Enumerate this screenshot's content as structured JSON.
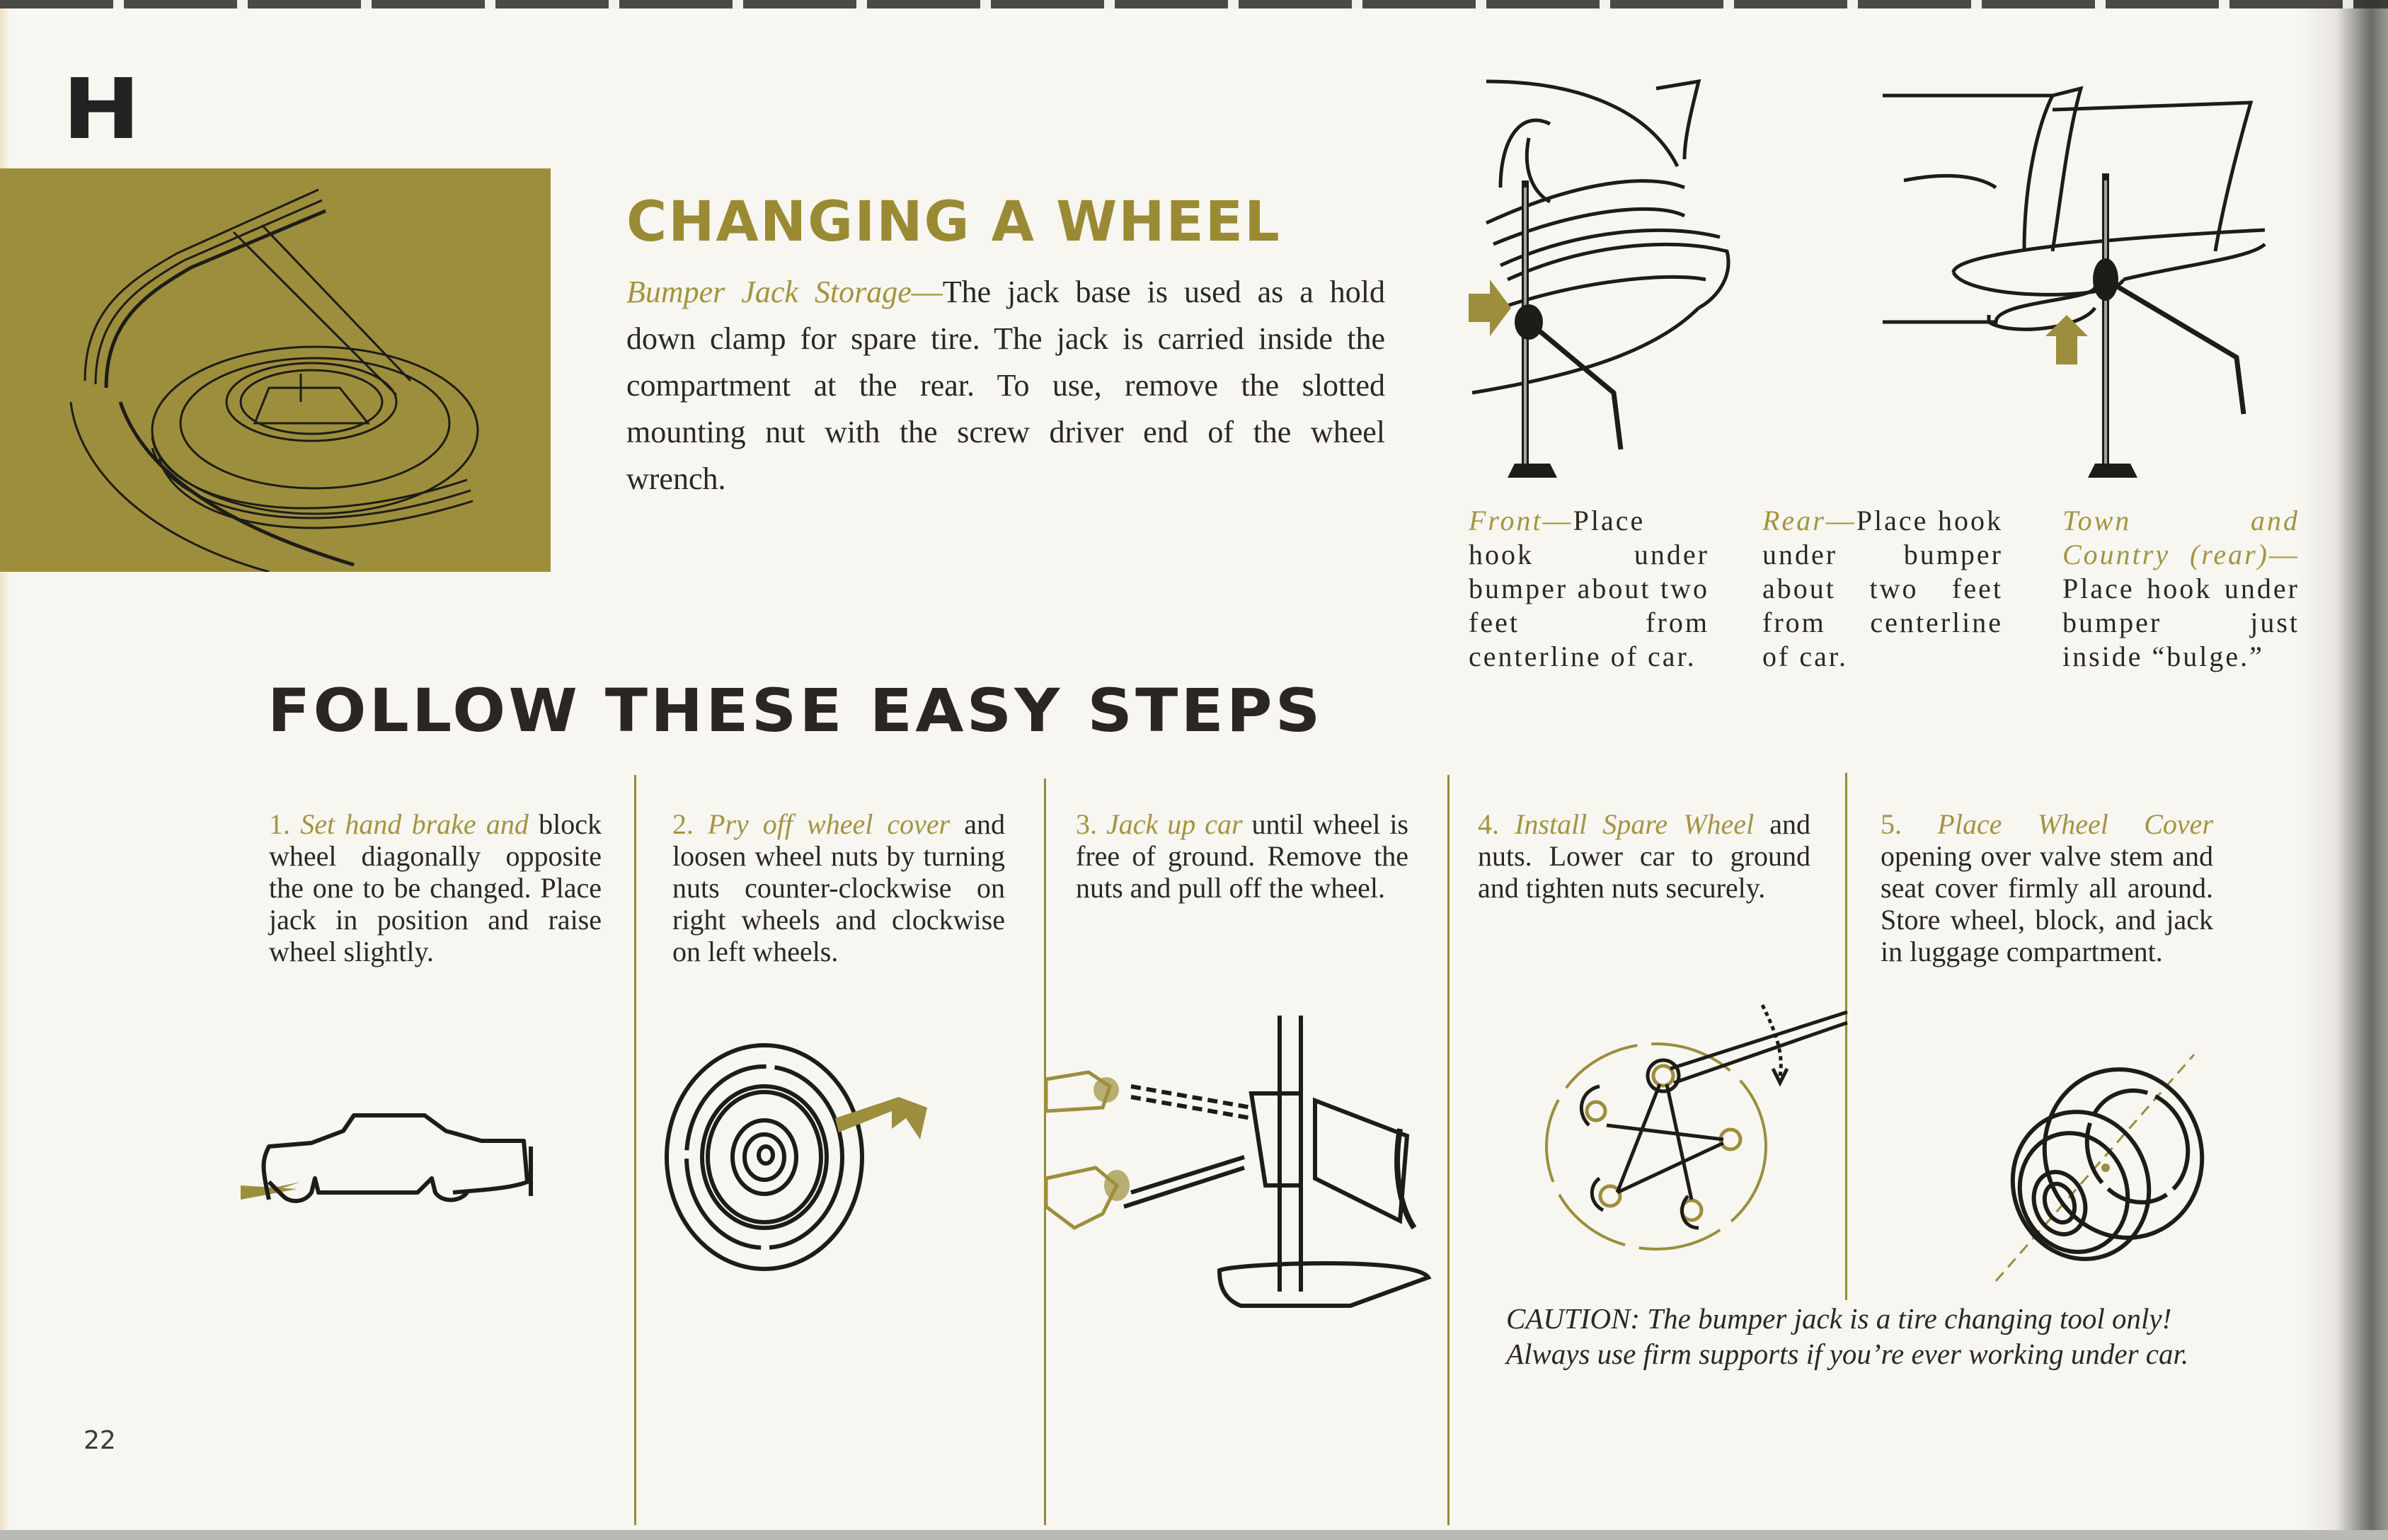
{
  "page": {
    "section_letter": "H",
    "page_number": "22",
    "colors": {
      "accent_gold": "#9c8e3c",
      "text_gold": "#a39441",
      "ink": "#2b2823",
      "paper": "#f6f5ef"
    }
  },
  "header": {
    "title": "CHANGING A WHEEL",
    "intro_label": "Bumper Jack Storage",
    "intro_dash": "—",
    "intro_text": "The jack base is used as a hold down clamp for spare tire. The jack is carried inside the compartment at the rear. To use, remove the slotted mounting nut with the screw driver end of the wheel wrench."
  },
  "illustrations": {
    "spare_tire": "spare-tire-in-trunk",
    "front_jack": "bumper-jack-front",
    "rear_jack": "bumper-jack-rear",
    "step1": "car-silhouette-with-block",
    "step2": "wheel-cover-pry",
    "step3": "jack-with-handle",
    "step4": "lug-nut-tightening-pattern",
    "step5": "wheel-cover-install"
  },
  "captions": [
    {
      "label": "Front",
      "dash": "—",
      "text": "Place hook under bumper about two feet from centerline of car."
    },
    {
      "label": "Rear",
      "dash": "—",
      "text": "Place hook under bumper about two feet from centerline of car."
    },
    {
      "label": "Town and Country (rear)",
      "dash": "—",
      "text": "Place hook under bumper just inside “bulge.”"
    }
  ],
  "steps_heading": "FOLLOW THESE EASY STEPS",
  "steps": [
    {
      "number": "1.",
      "lead": "Set hand brake and",
      "text": "block wheel diagonally opposite the one to be changed. Place jack in position and raise wheel slightly."
    },
    {
      "number": "2.",
      "lead": "Pry off wheel cover",
      "text": "and loosen wheel nuts by turning nuts counter-clockwise on right wheels and clockwise on left wheels."
    },
    {
      "number": "3.",
      "lead": "Jack up car",
      "text": "until wheel is free of ground. Remove the nuts and pull off the wheel."
    },
    {
      "number": "4.",
      "lead": "Install Spare Wheel",
      "text": "and nuts. Lower car to ground and tighten nuts securely."
    },
    {
      "number": "5.",
      "lead": "Place Wheel Cover",
      "text": "opening over valve stem and seat cover firmly all around. Store wheel, block, and jack in luggage compartment."
    }
  ],
  "caution": "CAUTION: The bumper jack is a tire changing tool only! Always use firm supports if you’re ever working under car."
}
